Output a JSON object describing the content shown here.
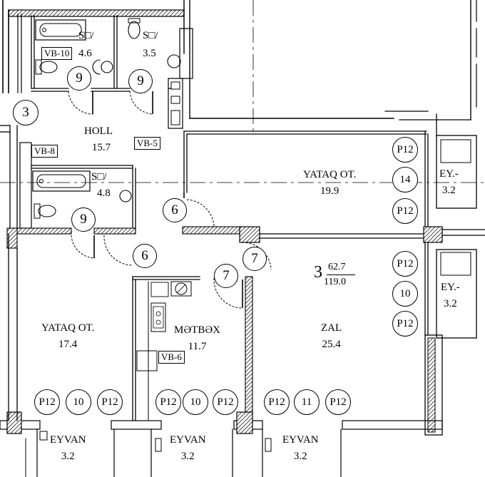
{
  "rooms": {
    "wc1": {
      "name": "S□/",
      "area": "4.6"
    },
    "wc2": {
      "name": "S□/",
      "area": "3.5"
    },
    "wc3": {
      "name": "S□/",
      "area": "4.8"
    },
    "holl": {
      "name": "HOLL",
      "area": "15.7"
    },
    "yataq_top": {
      "name": "YATAQ OT.",
      "area": "19.9"
    },
    "yataq_left": {
      "name": "YATAQ OT.",
      "area": "17.4"
    },
    "metbex": {
      "name": "MƏTBƏX",
      "area": "11.7"
    },
    "zal": {
      "name": "ZAL",
      "area": "25.4"
    },
    "ey1": {
      "name": "EY.-",
      "area": "3.2"
    },
    "ey2": {
      "name": "EY.-",
      "area": "3.2"
    },
    "eyvan1": {
      "name": "EYVAN",
      "area": "3.2"
    },
    "eyvan2": {
      "name": "EYVAN",
      "area": "3.2"
    },
    "eyvan3": {
      "name": "EYVAN",
      "area": "3.2"
    }
  },
  "vent_labels": {
    "vb10": "VB-10",
    "vb5": "VB-5",
    "vb8": "VB-8",
    "vb6": "VB-6"
  },
  "apartment": {
    "rooms": "3",
    "living_area": "62.7",
    "total_area": "119.0"
  },
  "door_marks": {
    "d9": "9",
    "d6": "6",
    "d7": "7",
    "d3": "3"
  },
  "window_marks": {
    "p12": "P12",
    "w10": "10",
    "w11": "11",
    "w14": "14"
  }
}
